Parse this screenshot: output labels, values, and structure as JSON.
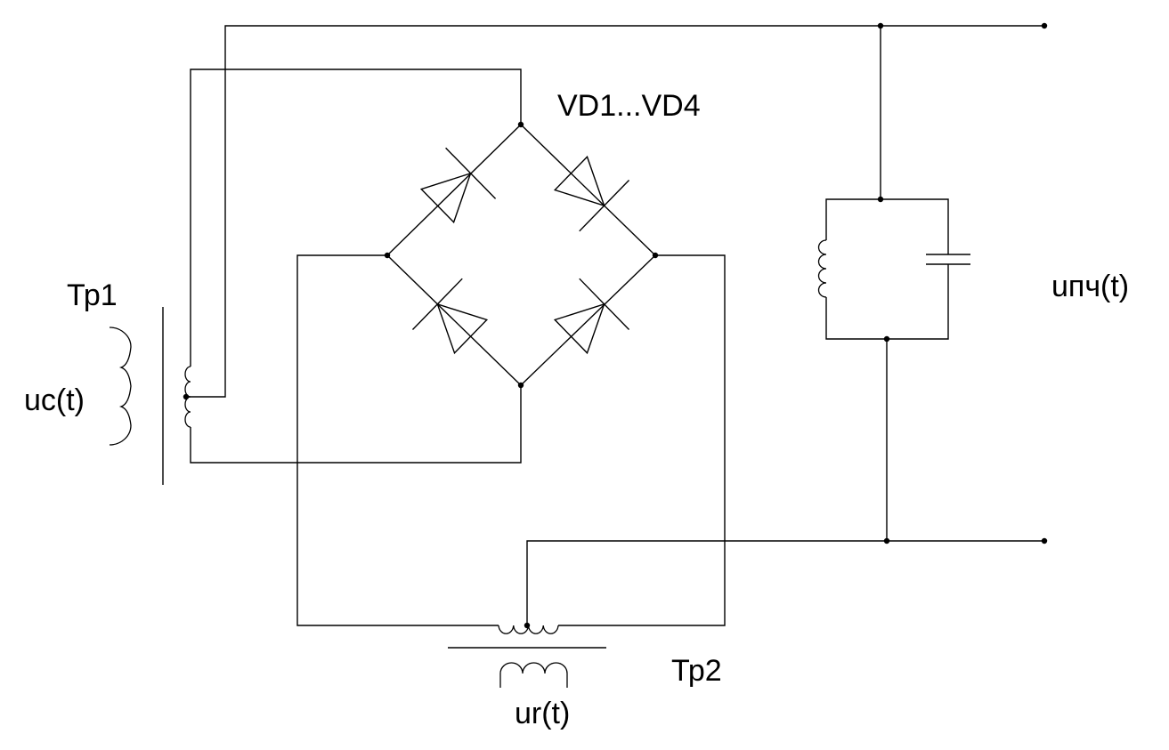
{
  "labels": {
    "diodes": "VD1...VD4",
    "transformer1": "Тр1",
    "signal_voltage": "uc(t)",
    "output_voltage": "uпч(t)",
    "transformer2": "Тр2",
    "heterodyne_voltage": "ur(t)"
  }
}
